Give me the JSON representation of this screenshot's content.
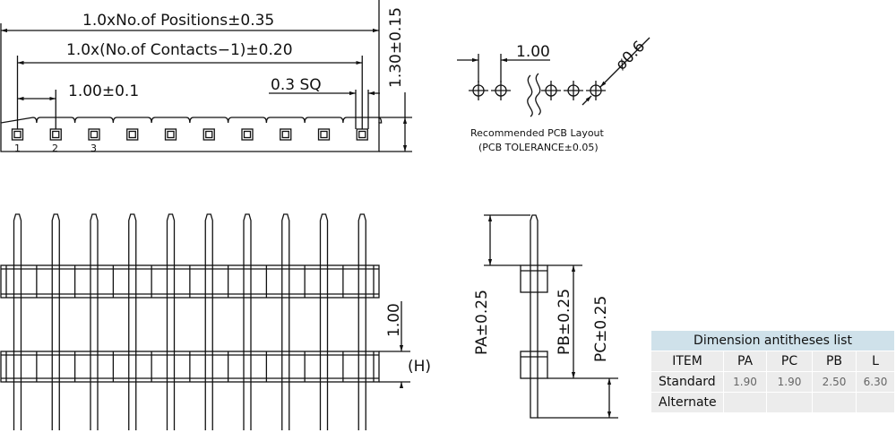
{
  "dims": {
    "positions": "1.0xNo.of Positions±0.35",
    "contacts": "1.0x(No.of Contacts−1)±0.20",
    "pitch": "1.00±0.1",
    "sq": "0.3 SQ",
    "height_top": "1.30±0.15",
    "pcb_pitch": "1.00",
    "hole": "ø0.6",
    "h_pitch": "1.00",
    "h_label": "(H)",
    "pa": "PA±0.25",
    "pb": "PB±0.25",
    "pc": "PC±0.25"
  },
  "pcb_layout": {
    "title": "Recommended PCB Layout",
    "tolerance": "(PCB TOLERANCE±0.05)"
  },
  "pin_numbers": [
    "1",
    "2",
    "3"
  ],
  "table": {
    "title": "Dimension antitheses list",
    "headers": [
      "ITEM",
      "PA",
      "PC",
      "PB",
      "L"
    ],
    "rows": [
      {
        "label": "Standard",
        "values": [
          "1.90",
          "1.90",
          "2.50",
          "6.30"
        ]
      },
      {
        "label": "Alternate",
        "values": [
          "",
          "",
          "",
          ""
        ]
      }
    ]
  }
}
